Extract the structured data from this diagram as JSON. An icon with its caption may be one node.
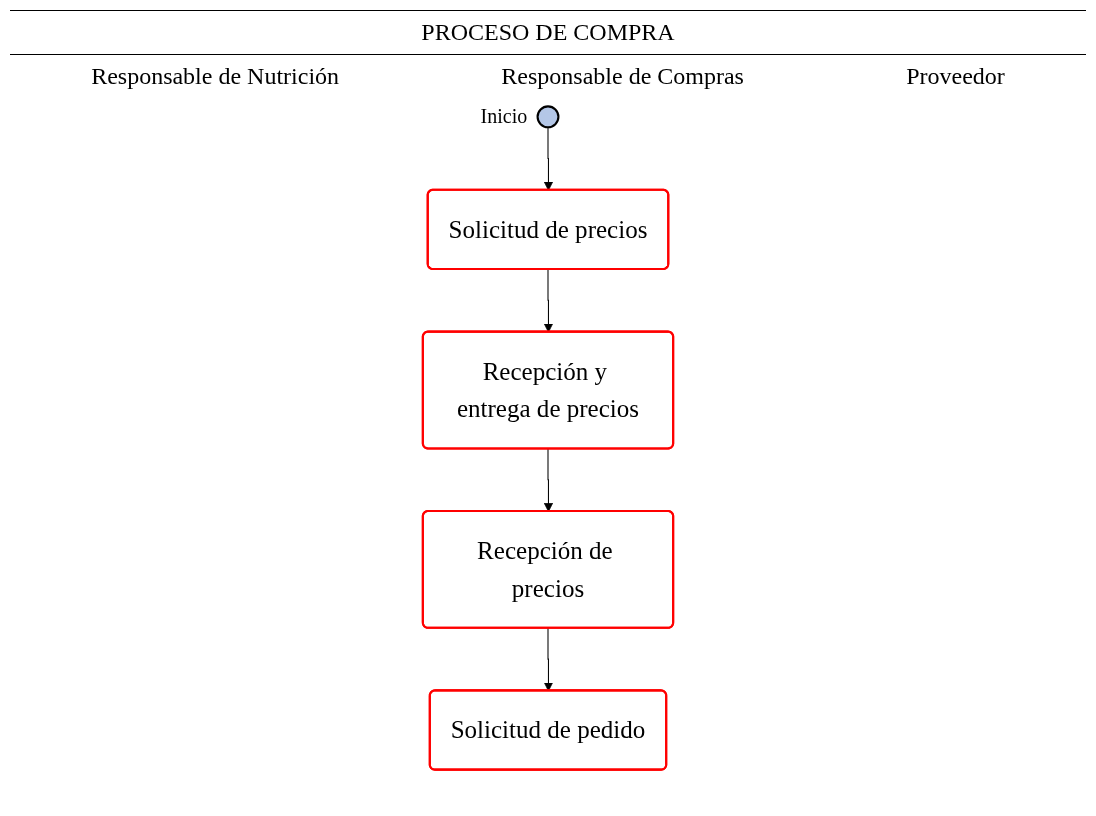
{
  "diagram": {
    "title": "PROCESO DE COMPRA",
    "nodes": [
      {
        "text": [],
        "shape": "circle",
        "beside": [
          "Inicio"
        ]
      },
      {
        "text": [
          "Solicitud de precios"
        ]
      },
      {
        "text": [
          "Recepción y entrega de precios"
        ]
      },
      {
        "text": [
          "Recepción de precios"
        ]
      },
      {
        "text": [
          "Solicitud de pedido"
        ]
      }
    ],
    "edges": [
      {
        "from": 0,
        "to": 1,
        "arrow": "to"
      },
      {
        "from": 1,
        "to": 2,
        "arrow": "to"
      },
      {
        "from": 2,
        "to": 3,
        "arrow": "to"
      },
      {
        "from": 3,
        "to": 4,
        "arrow": "to"
      }
    ],
    "labels": [
      "Responsable de Nutrición",
      "Responsable de Compras",
      "Proveedor"
    ]
  }
}
